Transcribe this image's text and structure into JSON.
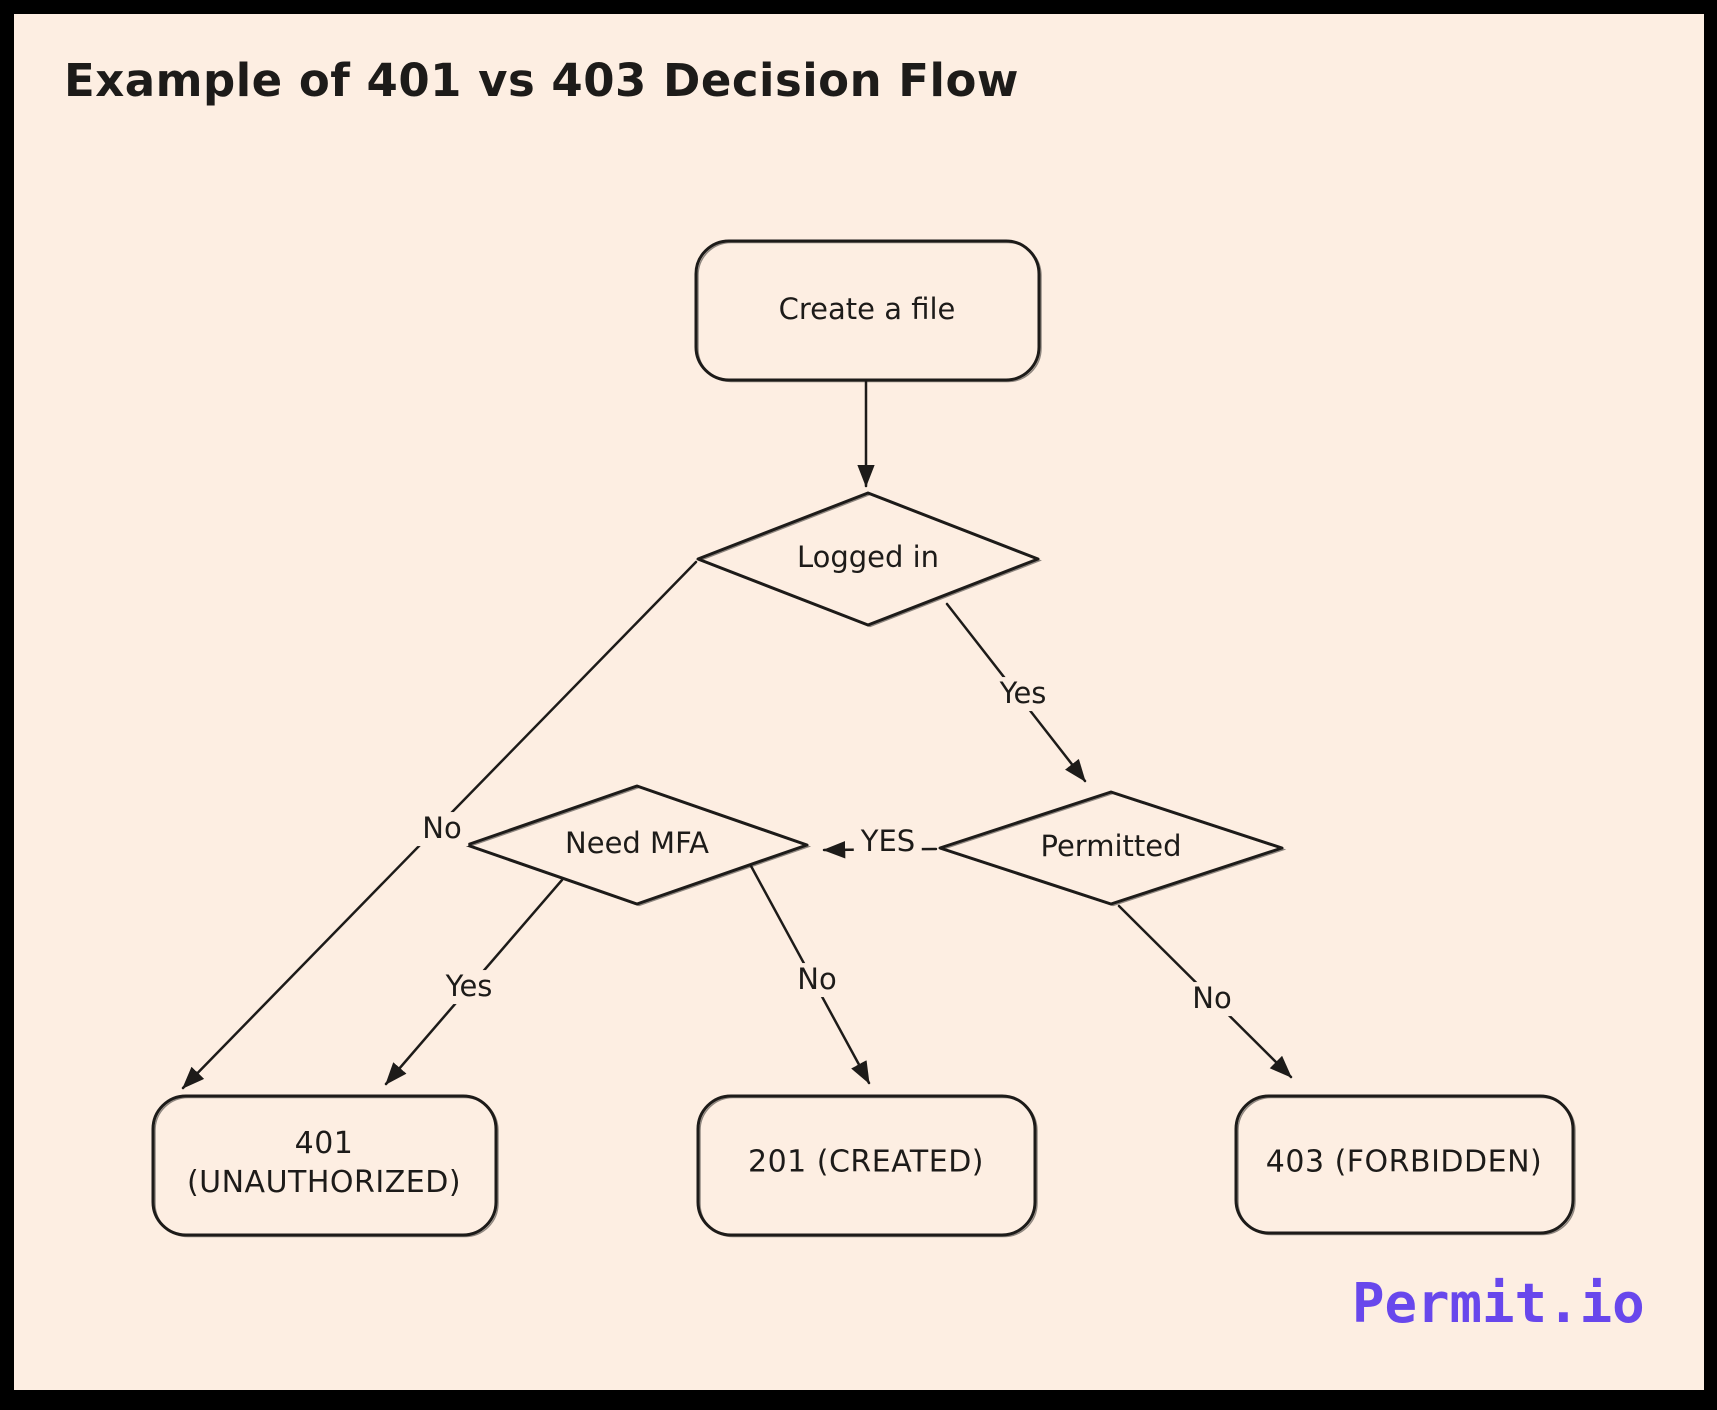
{
  "title": "Example of 401 vs 403 Decision Flow",
  "brand": {
    "logo_text": "Permit.io",
    "logo_color": "#6847ec"
  },
  "colors": {
    "canvas_background": "#fdeee2",
    "stroke": "#1d1b19",
    "frame": "#000000"
  },
  "nodes": {
    "create_file": {
      "label": "Create a file",
      "shape": "rounded-rectangle"
    },
    "logged_in": {
      "label": "Logged in",
      "shape": "diamond"
    },
    "permitted": {
      "label": "Permitted",
      "shape": "diamond"
    },
    "need_mfa": {
      "label": "Need MFA",
      "shape": "diamond"
    },
    "result_401": {
      "line1": "401",
      "line2": "(UNAUTHORIZED)",
      "shape": "rounded-rectangle"
    },
    "result_201": {
      "label": "201 (CREATED)",
      "shape": "rounded-rectangle"
    },
    "result_403": {
      "label": "403 (FORBIDDEN)",
      "shape": "rounded-rectangle"
    }
  },
  "edges": {
    "create_to_logged": {
      "from": "create_file",
      "to": "logged_in",
      "label": ""
    },
    "logged_yes": {
      "from": "logged_in",
      "to": "permitted",
      "label": "Yes"
    },
    "logged_no": {
      "from": "logged_in",
      "to": "result_401",
      "label": "No"
    },
    "permitted_yes": {
      "from": "permitted",
      "to": "need_mfa",
      "label": "YES"
    },
    "permitted_no": {
      "from": "permitted",
      "to": "result_403",
      "label": "No"
    },
    "mfa_yes": {
      "from": "need_mfa",
      "to": "result_401",
      "label": "Yes"
    },
    "mfa_no": {
      "from": "need_mfa",
      "to": "result_201",
      "label": "No"
    }
  }
}
